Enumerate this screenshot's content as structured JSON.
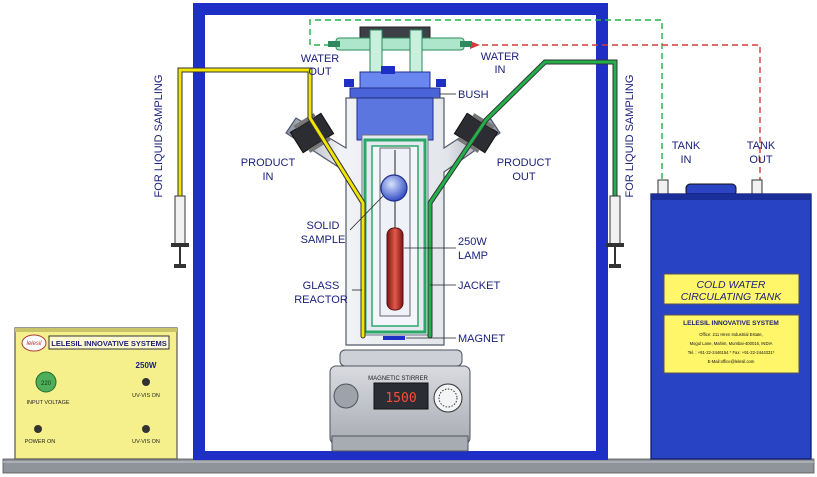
{
  "labels": {
    "water_out": [
      "WATER",
      "OUT"
    ],
    "water_in": [
      "WATER",
      "IN"
    ],
    "bush": "BUSH",
    "product_in": [
      "PRODUCT",
      "IN"
    ],
    "product_out": [
      "PRODUCT",
      "OUT"
    ],
    "solid_sample": [
      "SOLID",
      "SAMPLE"
    ],
    "lamp": [
      "250W",
      "LAMP"
    ],
    "glass_reactor": [
      "GLASS",
      "REACTOR"
    ],
    "jacket": "JACKET",
    "magnet": "MAGNET",
    "liquid_sampling_left": "FOR LIQUID SAMPLING",
    "liquid_sampling_right": "FOR LIQUID SAMPLING",
    "tank_in": [
      "TANK",
      "IN"
    ],
    "tank_out": [
      "TANK",
      "OUT"
    ]
  },
  "power_supply": {
    "brand": "lelesil",
    "title": "LELESIL INNOVATIVE SYSTEMS",
    "wattage": "250W",
    "meter_value": "220",
    "input_voltage": "INPUT VOLTAGE",
    "uv_vis_on_1": "UV-VIS ON",
    "power_on": "POWER ON",
    "uv_vis_on_2": "UV-VIS ON"
  },
  "stirrer": {
    "name": "MAGNETIC STIRRER",
    "display": "1500"
  },
  "tank": {
    "title": [
      "COLD WATER",
      "CIRCULATING TANK"
    ],
    "company": "LELESIL INNOVATIVE SYSTEM",
    "address": [
      "Office: 211 Hiren Industrial Estate,",
      "Mogul Lane, Mahim, Mumbai-400016, INDIA",
      "Tel. : +91-22-2446154 * Fax: +91-22-2444331*",
      "E-Mail:office@lelesil.com"
    ]
  },
  "colors": {
    "frame": "#1d2fc4",
    "tank": "#2844c4",
    "label_text": "#1a1f7a",
    "yellow_tube": "#f2e600",
    "green_tube": "#22b04a",
    "water_in_line": "#d33a3a",
    "water_out_line": "#26b24a"
  }
}
